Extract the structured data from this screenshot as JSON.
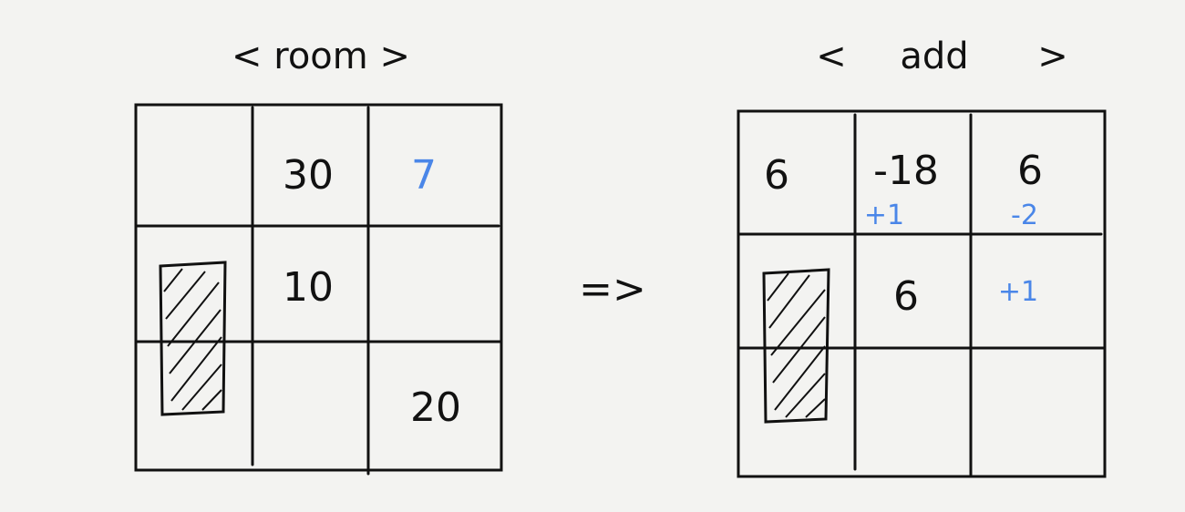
{
  "left": {
    "title": "< room >",
    "cells": {
      "r0c1": "30",
      "r0c2": "7",
      "r1c1": "10",
      "r2c2": "20"
    },
    "blue_cells": [
      "r0c2"
    ]
  },
  "arrow": "=>",
  "right": {
    "title_left": "<",
    "title_text": "add",
    "title_right": ">",
    "cells": {
      "r0c0": "6",
      "r0c1": "-18",
      "r0c2": "6",
      "r1c1": "6"
    },
    "annotations": {
      "r0c1": "+1",
      "r0c2": "-2",
      "r1c2": "+1"
    }
  },
  "colors": {
    "ink": "#111111",
    "blue": "#4a86e8",
    "paper": "#f3f3f1"
  }
}
